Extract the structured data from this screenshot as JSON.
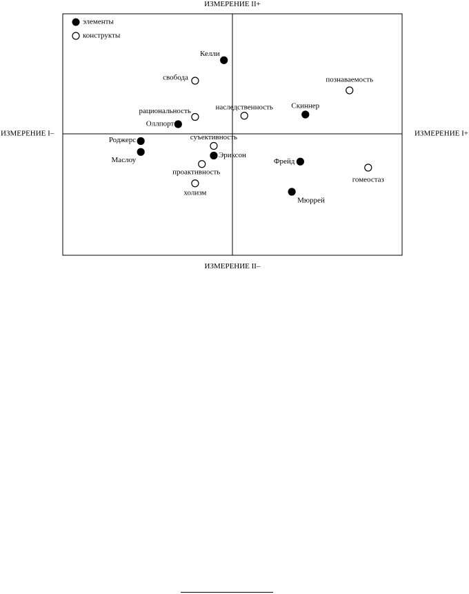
{
  "chart_data": {
    "type": "scatter",
    "axes": {
      "top": "ИЗМЕРЕНИЕ II+",
      "bottom": "ИЗМЕРЕНИЕ II–",
      "left": "ИЗМЕРЕНИЕ I–",
      "right": "ИЗМЕРЕНИЕ I+"
    },
    "xlim": [
      -1,
      1
    ],
    "ylim": [
      -1,
      1
    ],
    "grid": false,
    "legend": {
      "position": "top-left",
      "entries": [
        {
          "name": "элементы",
          "marker": "filled"
        },
        {
          "name": "конструкты",
          "marker": "open"
        }
      ]
    },
    "series": [
      {
        "name": "элементы",
        "marker": "filled",
        "points": [
          {
            "label": "Келли",
            "x": -0.05,
            "y": 0.61
          },
          {
            "label": "Скиннер",
            "x": 0.43,
            "y": 0.16
          },
          {
            "label": "Оллпорт",
            "x": -0.32,
            "y": 0.08
          },
          {
            "label": "Роджерс",
            "x": -0.54,
            "y": -0.06
          },
          {
            "label": "Маслоу",
            "x": -0.54,
            "y": -0.15
          },
          {
            "label": "Эриксон",
            "x": -0.11,
            "y": -0.18
          },
          {
            "label": "Фрейд",
            "x": 0.4,
            "y": -0.23
          },
          {
            "label": "Мюррей",
            "x": 0.35,
            "y": -0.48
          }
        ]
      },
      {
        "name": "конструкты",
        "marker": "open",
        "points": [
          {
            "label": "свобода",
            "x": -0.22,
            "y": 0.44
          },
          {
            "label": "познаваемость",
            "x": 0.69,
            "y": 0.36
          },
          {
            "label": "рациональность",
            "x": -0.22,
            "y": 0.14
          },
          {
            "label": "наследственность",
            "x": 0.07,
            "y": 0.15
          },
          {
            "label": "суъективность",
            "x": -0.11,
            "y": -0.1
          },
          {
            "label": "проактивность",
            "x": -0.18,
            "y": -0.25
          },
          {
            "label": "холизм",
            "x": -0.22,
            "y": -0.41
          },
          {
            "label": "гомеостаз",
            "x": 0.8,
            "y": -0.28
          }
        ]
      }
    ]
  }
}
